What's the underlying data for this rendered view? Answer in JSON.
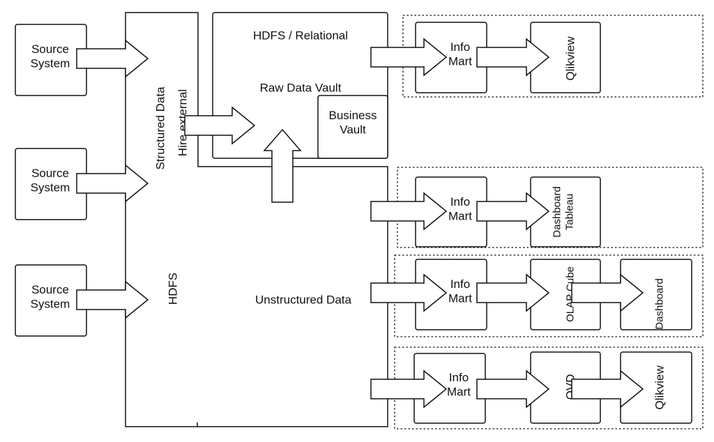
{
  "labels": {
    "source_system": "Source\nSystem",
    "structured_data": "Structured Data",
    "hire_external": "Hire external",
    "hdfs": "HDFS",
    "hdfs_relational": "HDFS / Relational",
    "raw_data_vault": "Raw Data Vault",
    "business_vault": "Business\nVault",
    "unstructured_data": "Unstructured Data",
    "info_mart": "Info\nMart",
    "qlikview": "Qlikview",
    "dashboard_tableau": "Dashboard\nTableau",
    "olap_cube": "OLAP Cube",
    "dashboard": "Dashboard",
    "qvd": "QVD"
  }
}
